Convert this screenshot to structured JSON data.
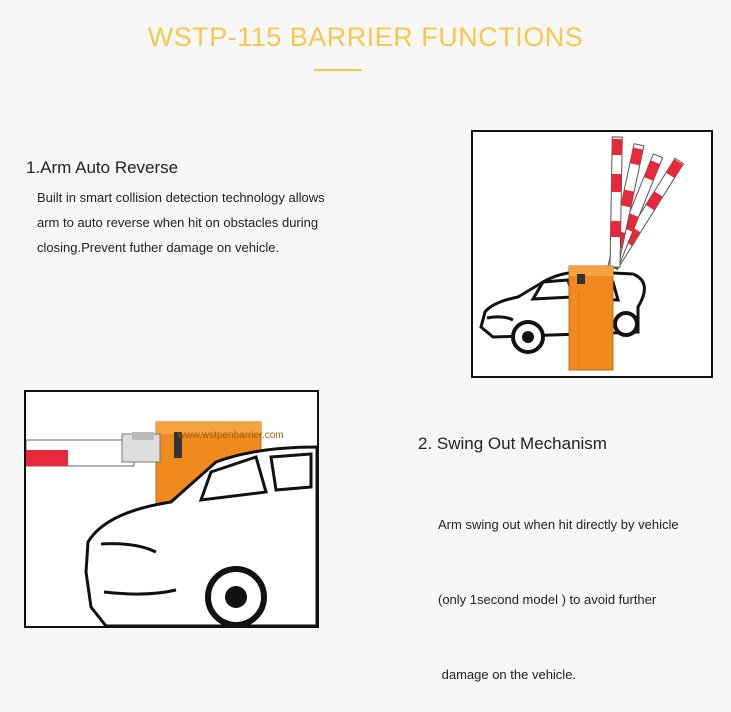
{
  "header": {
    "title": "WSTP-115 BARRIER FUNCTIONS",
    "accent_color": "#f6c94c"
  },
  "sections": [
    {
      "heading": "1.Arm Auto Reverse",
      "lines": [
        "Built in smart collision detection technology allows",
        "arm to auto reverse when hit on obstacles during",
        "closing.Prevent futher damage on vehicle."
      ]
    },
    {
      "heading": "2. Swing Out Mechanism",
      "lines": [
        "Arm swing out when hit directly by vehicle",
        "(only 1second model ) to avoid further",
        " damage on the vehicle."
      ]
    }
  ],
  "images": {
    "watermark": "www.wstpenbarrier.com",
    "barrier_color": "#f08a1e",
    "arm_stripe_color": "#e8283a"
  }
}
